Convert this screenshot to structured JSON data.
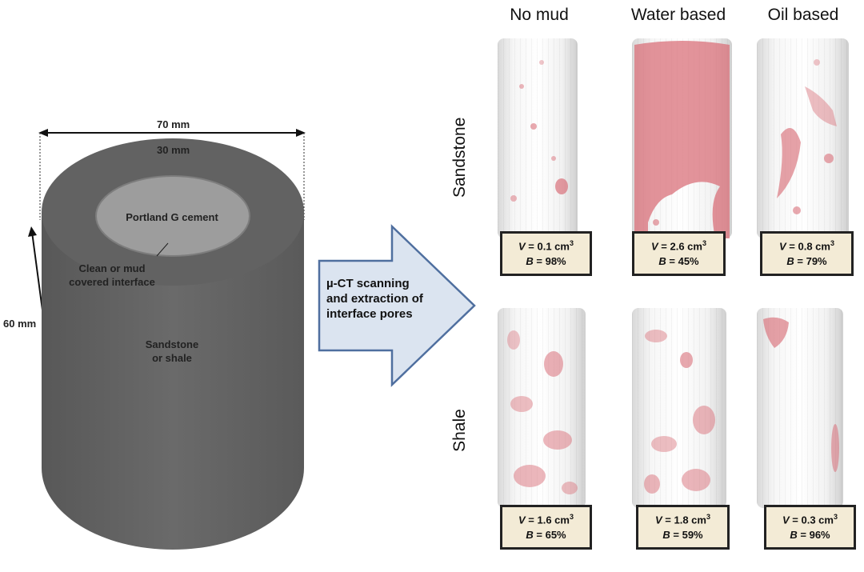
{
  "sample": {
    "outer_diameter": "70 mm",
    "inner_diameter": "30 mm",
    "height": "60 mm",
    "cement_label": "Portland G cement",
    "interface_label_1": "Clean or mud",
    "interface_label_2": "covered interface",
    "rock_label_1": "Sandstone",
    "rock_label_2": "or shale"
  },
  "process_arrow": {
    "line1": "µ-CT scanning",
    "line2": "and extraction of",
    "line3": "interface pores"
  },
  "columns": [
    "No mud",
    "Water based",
    "Oil based"
  ],
  "rows": [
    "Sandstone",
    "Shale"
  ],
  "results": [
    [
      {
        "v": "= 0.1 cm",
        "b": "= 98%"
      },
      {
        "v": "= 2.6 cm",
        "b": "= 45%"
      },
      {
        "v": "= 0.8 cm",
        "b": "= 79%"
      }
    ],
    [
      {
        "v": "= 1.6 cm",
        "b": "= 65%"
      },
      {
        "v": "= 1.8 cm",
        "b": "= 59%"
      },
      {
        "v": "= 0.3 cm",
        "b": "= 96%"
      }
    ]
  ],
  "symbols": {
    "v": "V",
    "b": "B",
    "unit_exp": "3"
  },
  "colors": {
    "core": "#5e5e5e",
    "cement": "#9c9c9c",
    "arrow_fill": "#dbe4f0",
    "arrow_stroke": "#4f6f9f",
    "pore": "#d9707a",
    "box_fill": "#f3ebd6"
  }
}
